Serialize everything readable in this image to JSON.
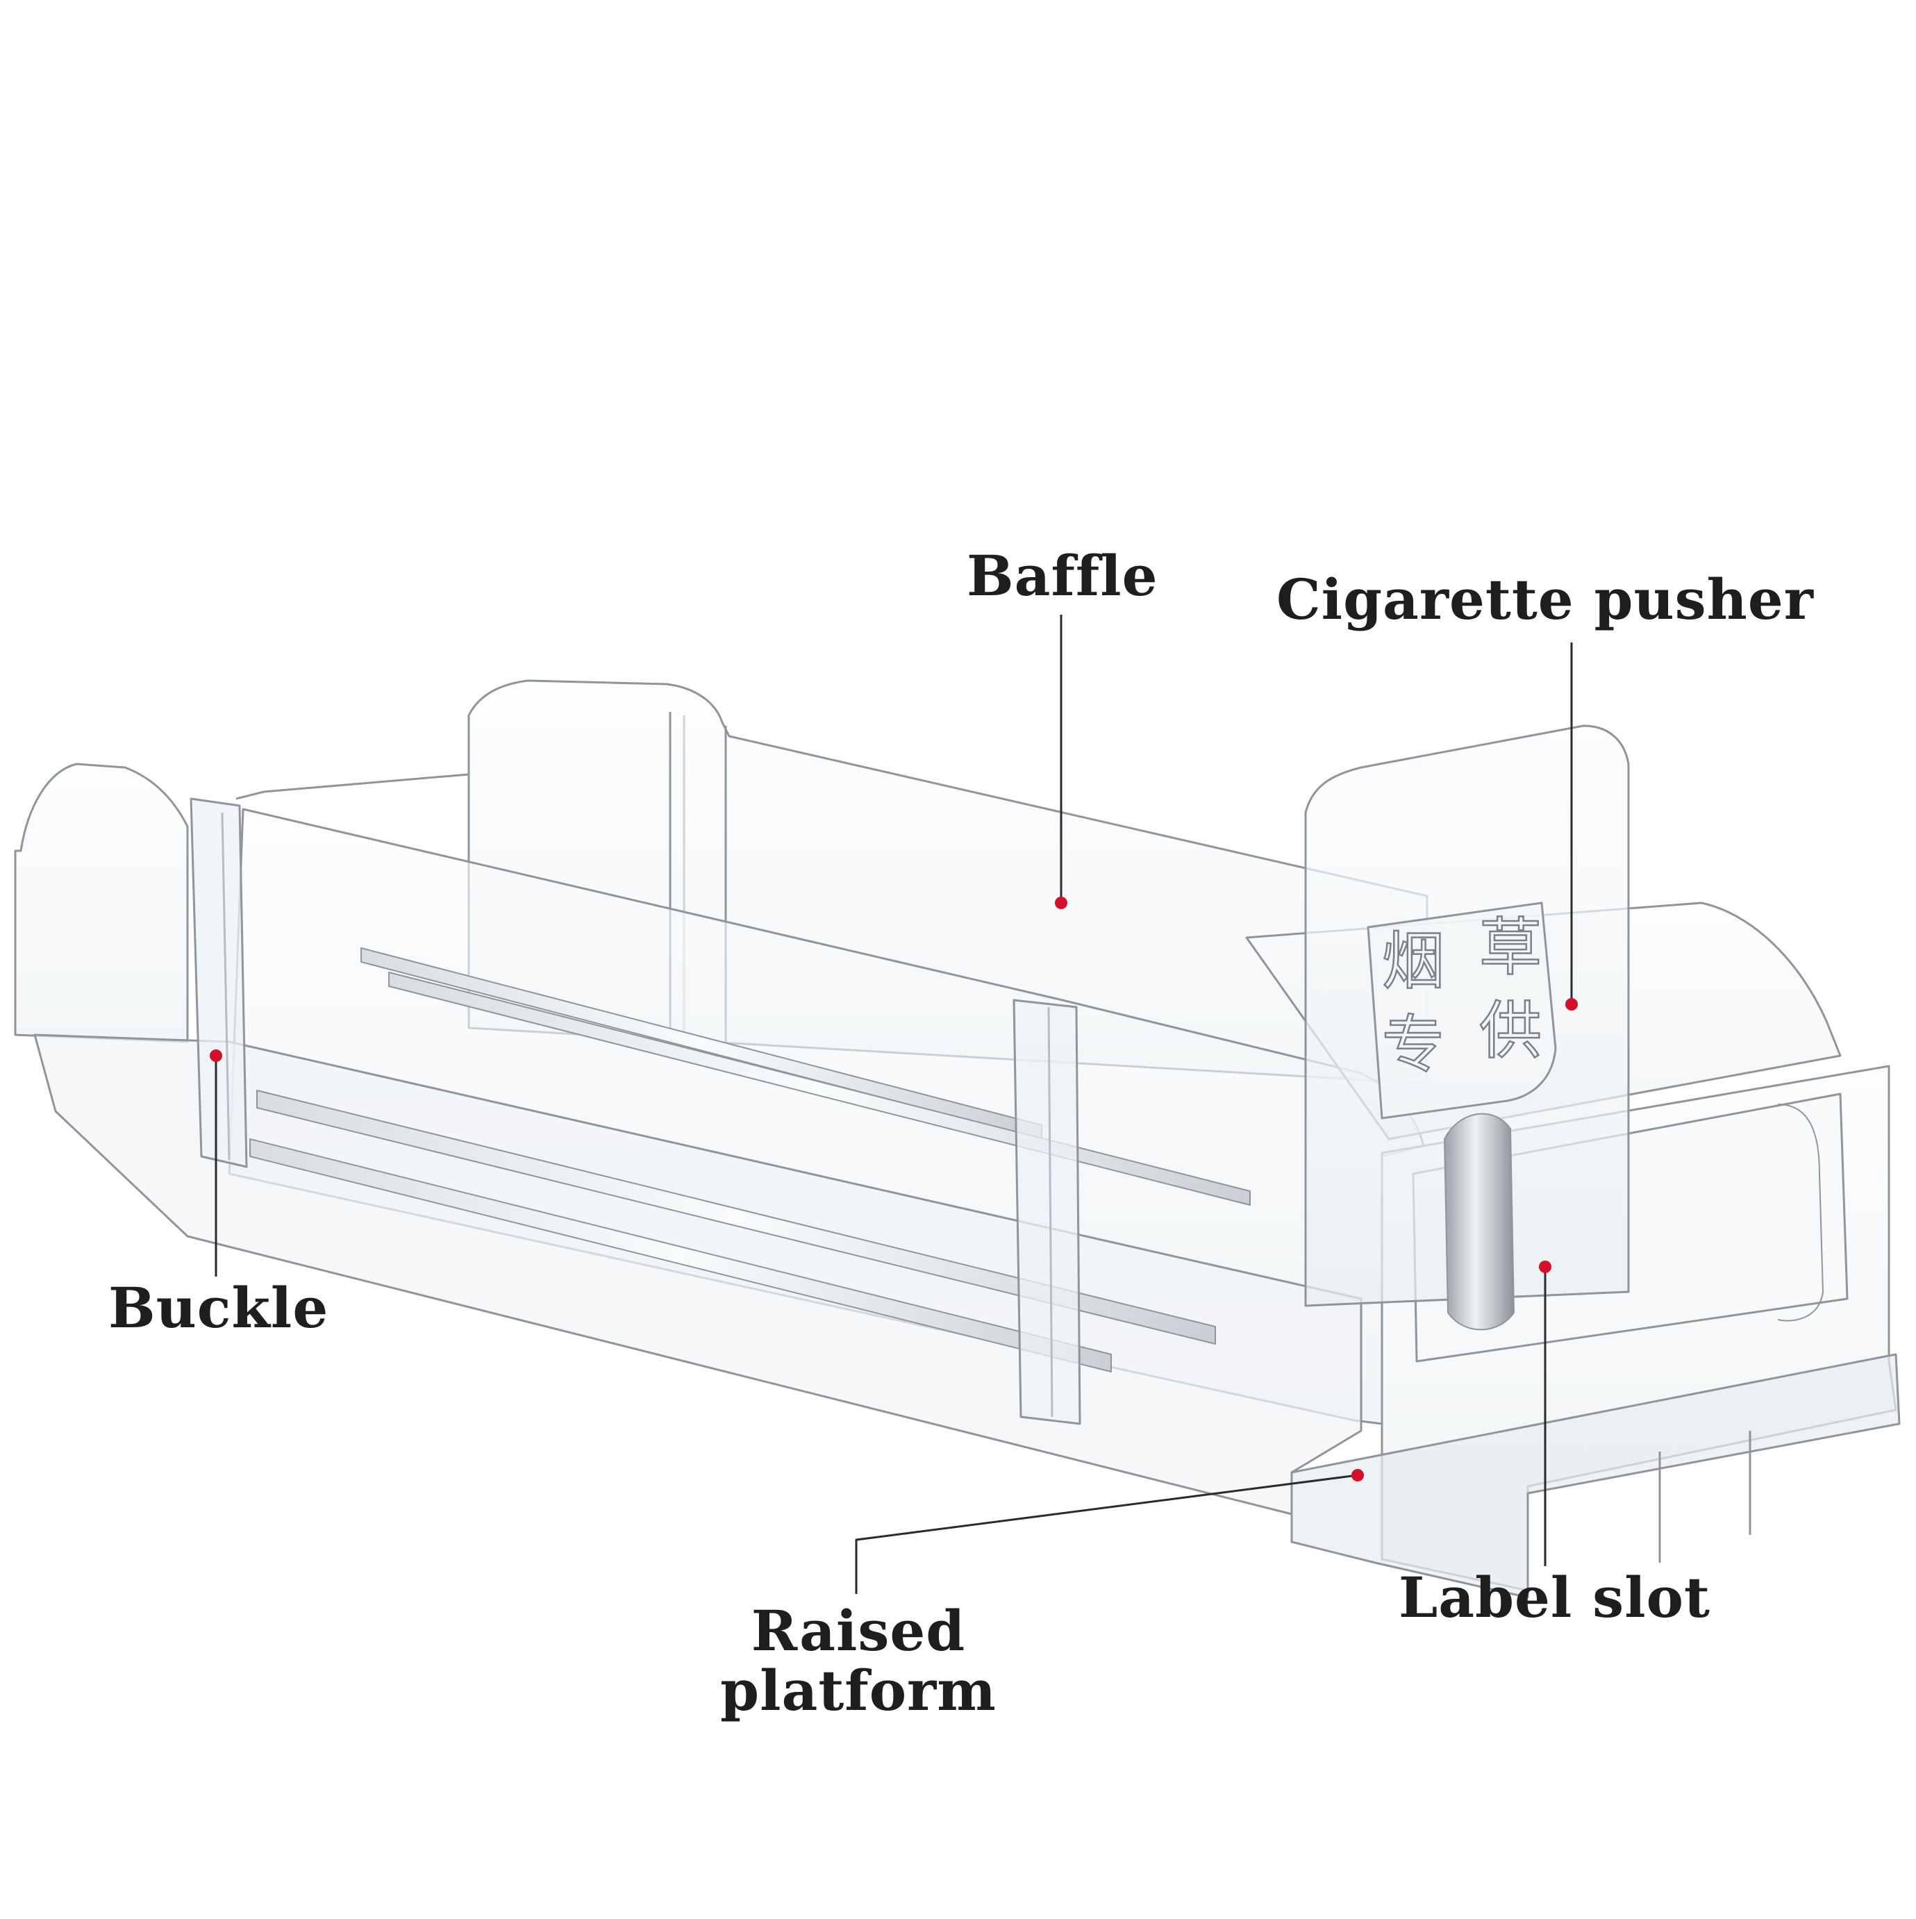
{
  "labels": {
    "baffle": "Baffle",
    "cigarette_pusher": "Cigarette pusher",
    "buckle": "Buckle",
    "raised_platform_line1": "Raised",
    "raised_platform_line2": "platform",
    "label_slot": "Label slot"
  },
  "embossed_text": [
    "烟",
    "草",
    "专",
    "供"
  ],
  "colors": {
    "background": "#ffffff",
    "label_text": "#1e1e1e",
    "leader_line": "#2a2a2a",
    "marker_dot": "#d4102a",
    "acrylic_edge": "#8f959b",
    "acrylic_fill": "#f4f7f9"
  }
}
